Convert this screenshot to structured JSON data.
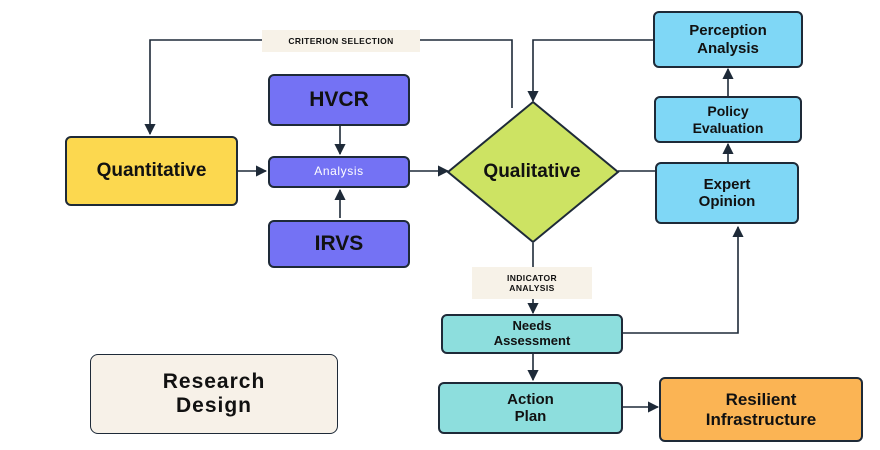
{
  "diagram": {
    "nodes": {
      "quantitative": "Quantitative",
      "hvcr": "HVCR",
      "analysis": "Analysis",
      "irvs": "IRVS",
      "qualitative": "Qualitative",
      "perception_analysis": "Perception\nAnalysis",
      "policy_evaluation": "Policy\nEvaluation",
      "expert_opinion": "Expert\nOpinion",
      "needs_assessment": "Needs\nAssessment",
      "action_plan": "Action\nPlan",
      "resilient_infrastructure": "Resilient\nInfrastructure",
      "research_design": "Research\nDesign"
    },
    "labels": {
      "criterion_selection": "CRITERION SELECTION",
      "indicator_analysis": "INDICATOR\nANALYSIS"
    }
  },
  "colors": {
    "quantitative": "#fcd84f",
    "method_box": "#7472f4",
    "qualitative": "#cde363",
    "evaluation_box": "#7fd7f6",
    "process_box": "#8ddedd",
    "outcome": "#fbb454",
    "title_box": "#f7f1e8",
    "edge_label_bg": "#f7f2e8",
    "stroke": "#1e2a38"
  }
}
